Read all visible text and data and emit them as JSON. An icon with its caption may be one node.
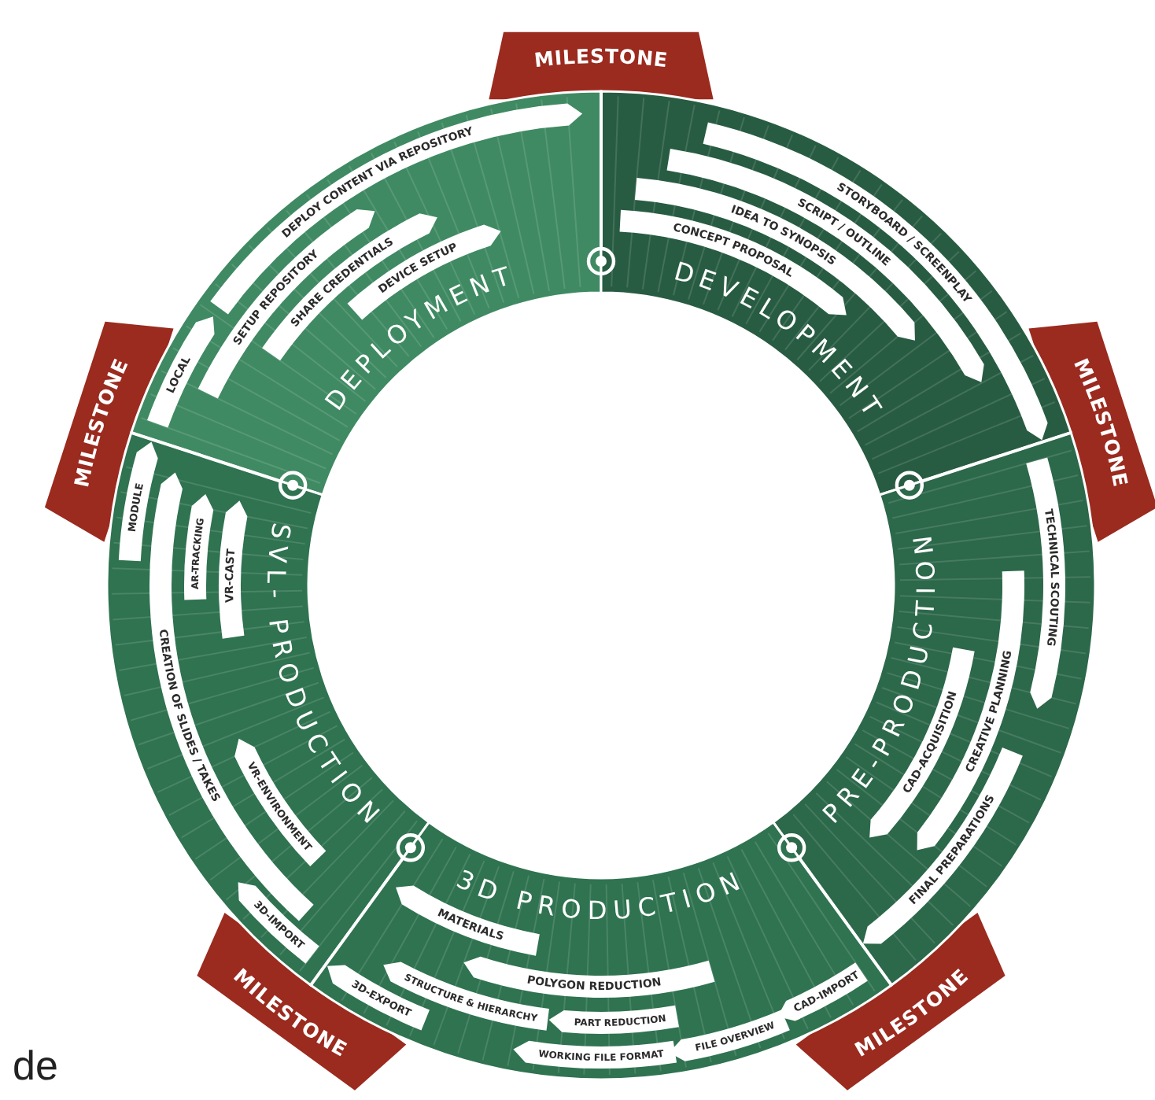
{
  "diagram": {
    "nodes": [
      {
        "text": [
          "MILESTONE"
        ]
      },
      {
        "text": [
          "DEPLOYMENT"
        ]
      },
      {
        "text": [
          "DEPLOY CONTENT VIA REPOSITORY"
        ],
        "in": 1
      },
      {
        "text": [
          "SETUP REPOSITORY"
        ],
        "in": 1
      },
      {
        "text": [
          "SHARE CREDENTIALS"
        ],
        "in": 1
      },
      {
        "text": [
          "DEVICE SETUP"
        ],
        "in": 1
      },
      {
        "text": [
          "LOCAL"
        ],
        "in": 1
      },
      {
        "text": [
          "DEVELOPMENT"
        ]
      },
      {
        "text": [
          "CONCEPT PROPOSAL"
        ],
        "in": 7
      },
      {
        "text": [
          "IDEA TO SYNOPSIS"
        ],
        "in": 7
      },
      {
        "text": [
          "SCRIPT / OUTLINE"
        ],
        "in": 7
      },
      {
        "text": [
          "STORYBOARD / SCREENPLAY"
        ],
        "in": 7
      },
      {
        "text": [
          "MILESTONE"
        ]
      },
      {
        "text": [
          "MILESTONE"
        ]
      },
      {
        "text": [
          "SVL- PRODUCTION"
        ]
      },
      {
        "text": [
          "MODULE"
        ],
        "in": 14
      },
      {
        "text": [
          "AR-TRACKING"
        ],
        "in": 14
      },
      {
        "text": [
          "VR-CAST"
        ],
        "in": 14
      },
      {
        "text": [
          "CREATION OF SLIDES / TAKES"
        ],
        "in": 14
      },
      {
        "text": [
          "VR-ENVIRONMENT"
        ],
        "in": 14
      },
      {
        "text": [
          "3D-IMPORT"
        ],
        "in": 14
      },
      {
        "text": [
          "PRE-PRODUCTION"
        ]
      },
      {
        "text": [
          "TECHNICAL SCOUTING"
        ],
        "in": 21
      },
      {
        "text": [
          "CREATIVE PLANNING"
        ],
        "in": 21
      },
      {
        "text": [
          "CAD-ACQUISITION"
        ],
        "in": 21
      },
      {
        "text": [
          "FINAL PREPARATIONS"
        ],
        "in": 21
      },
      {
        "text": [
          "3D PRODUCTION"
        ]
      },
      {
        "text": [
          "MATERIALS"
        ],
        "in": 26
      },
      {
        "text": [
          "POLYGON REDUCTION"
        ],
        "in": 26
      },
      {
        "text": [
          "STRUCTURE & HIERARCHY"
        ],
        "in": 26
      },
      {
        "text": [
          "3D-EXPORT"
        ],
        "in": 26
      },
      {
        "text": [
          "PART REDUCTION"
        ],
        "in": 26
      },
      {
        "text": [
          "WORKING FILE FORMAT"
        ],
        "in": 26
      },
      {
        "text": [
          "FILE OVERVIEW"
        ],
        "in": 26
      },
      {
        "text": [
          "CAD-IMPORT"
        ],
        "in": 26
      },
      {
        "text": [
          "MILESTONE"
        ]
      },
      {
        "text": [
          "MILESTONE"
        ]
      }
    ],
    "labels": [
      "de"
    ]
  }
}
